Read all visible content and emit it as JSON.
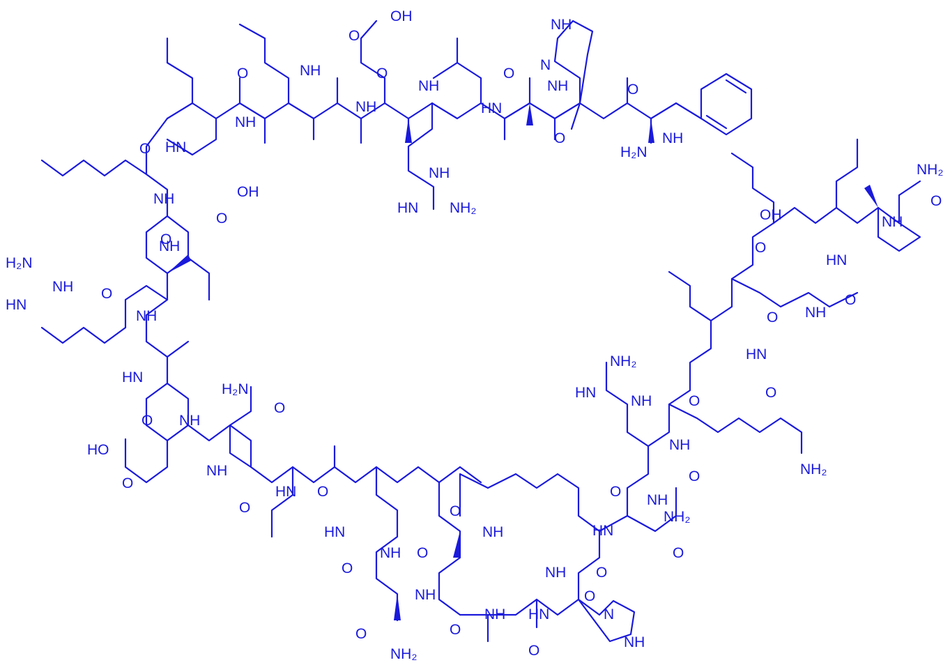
{
  "colors": {
    "ink": "#1a1adb",
    "background": "#ffffff"
  },
  "labels": [
    "OH",
    "O",
    "O",
    "O",
    "O",
    "NH",
    "NH",
    "NH",
    "NH",
    "NH",
    "NH",
    "HN",
    "N",
    "H₂N",
    "NH",
    "HN",
    "NH₂",
    "O",
    "OH",
    "HN",
    "NH",
    "O",
    "O",
    "NH",
    "H₂N",
    "NH",
    "HN",
    "O",
    "NH",
    "O",
    "NH",
    "O",
    "HN",
    "H₂N",
    "O",
    "NH",
    "O",
    "HO",
    "O",
    "NH",
    "O",
    "HN",
    "O",
    "HN",
    "O",
    "NH",
    "O",
    "O",
    "NH₂",
    "NH",
    "O",
    "O",
    "NH",
    "HN",
    "O",
    "N",
    "NH",
    "O",
    "NH",
    "O",
    "NH₂",
    "O",
    "NH",
    "NH₂",
    "HN",
    "NH",
    "O",
    "HN",
    "O",
    "NH",
    "NH₂",
    "O",
    "NH",
    "HN",
    "O",
    "OH",
    "O",
    "HN",
    "O",
    "NH",
    "O",
    "NH₂",
    "O",
    "NH"
  ]
}
